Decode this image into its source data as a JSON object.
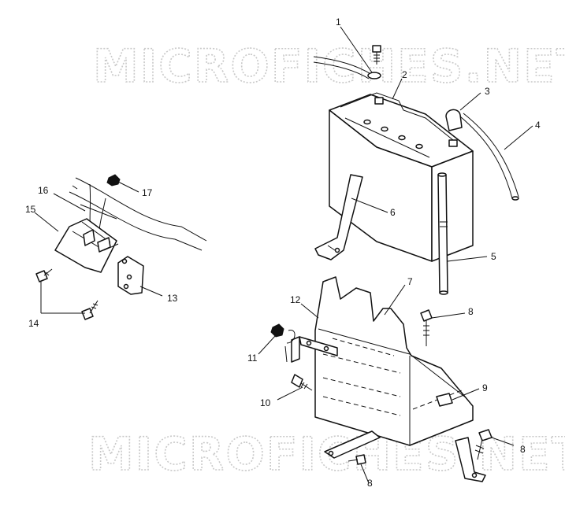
{
  "watermark": {
    "top": "MICROFICHES.NET",
    "bottom": "MICROFICHES.NET"
  },
  "callouts": {
    "c1": "1",
    "c2": "2",
    "c3": "3",
    "c4": "4",
    "c5": "5",
    "c6": "6",
    "c7": "7",
    "c8a": "8",
    "c8b": "8",
    "c8c": "8",
    "c9": "9",
    "c10": "10",
    "c11": "11",
    "c12": "12",
    "c13": "13",
    "c14": "14",
    "c15": "15",
    "c16": "16",
    "c17": "17"
  }
}
